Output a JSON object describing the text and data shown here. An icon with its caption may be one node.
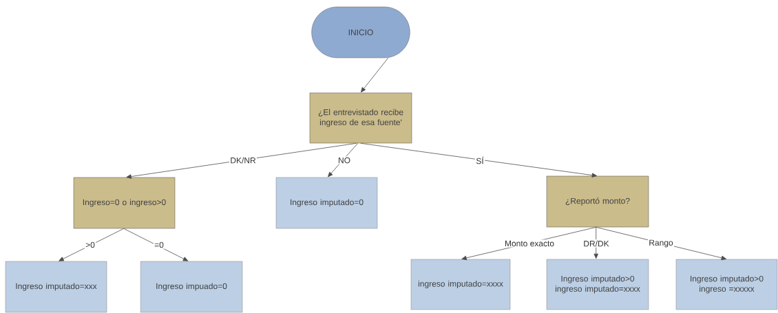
{
  "diagram": {
    "nodes": [
      {
        "text": [
          "INICIO"
        ]
      },
      {
        "text": [
          "¿El entrevistado recibe ingreso de esa fuente'"
        ]
      },
      {
        "text": [
          "Ingreso=0 o ingreso>0"
        ]
      },
      {
        "text": [
          "Ingreso imputado=0"
        ]
      },
      {
        "text": [
          "¿Reportó monto?"
        ]
      },
      {
        "text": [
          "Ingreso imputado=xxx"
        ]
      },
      {
        "text": [
          "Ingreso impuado=0"
        ]
      },
      {
        "text": [
          "ingreso imputado=xxxx"
        ]
      },
      {
        "text": [
          "Ingreso imputado>0",
          "ingreso imputado=xxxx"
        ]
      },
      {
        "text": [
          "Ingreso imputado>0",
          "ingreso =xxxxx"
        ]
      }
    ],
    "edges": [
      {
        "from": 0,
        "to": 1,
        "arrow": "to"
      },
      {
        "from": 1,
        "to": 2,
        "arrow": "to",
        "label": "DK/NR"
      },
      {
        "from": 1,
        "to": 3,
        "arrow": "to",
        "label": "NO"
      },
      {
        "from": 1,
        "to": 4,
        "arrow": "to",
        "label": "SÍ"
      },
      {
        "from": 2,
        "to": 5,
        "arrow": "to",
        "label": ">0"
      },
      {
        "from": 2,
        "to": 6,
        "arrow": "to",
        "label": "=0"
      },
      {
        "from": 4,
        "to": 7,
        "arrow": "to",
        "label": "Monto exacto"
      },
      {
        "from": 4,
        "to": 8,
        "arrow": "to",
        "label": "DR/DK"
      },
      {
        "from": 4,
        "to": 9,
        "arrow": "to",
        "label": "Rango"
      }
    ]
  }
}
